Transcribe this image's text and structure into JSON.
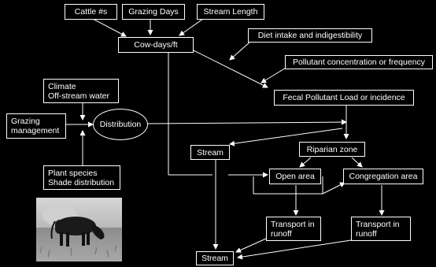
{
  "nodes": {
    "cattle": "Cattle #s",
    "grazing_days": "Grazing Days",
    "stream_length": "Stream Length",
    "cow_days": "Cow-days/ft",
    "diet": "Diet intake and indigestibility",
    "pollutant_conc": "Pollutant concentration or frequency",
    "fecal_load": "Fecal Pollutant Load or incidence",
    "climate": "Climate\nOff-stream water",
    "grazing_mgmt": "Grazing\nmanagement",
    "distribution": "Distribution",
    "stream_mid": "Stream",
    "riparian": "Riparian zone",
    "open_area": "Open area",
    "congregation": "Congregation area",
    "plant_species": "Plant species\nShade distribution",
    "transport1": "Transport in\nrunoff",
    "transport2": "Transport in\nrunoff",
    "stream_bottom": "Stream"
  },
  "colors": {
    "background": "#000000",
    "line": "#ffffff"
  },
  "image": {
    "subject": "cow-photo"
  }
}
